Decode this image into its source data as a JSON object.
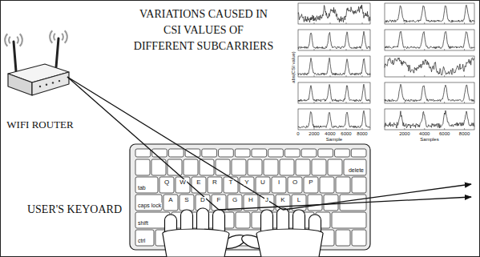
{
  "diagram": {
    "nodes": [
      {
        "text": [
          "WIFI ROUTER"
        ]
      },
      {
        "text": [
          "USER'S KEYOARD"
        ]
      }
    ],
    "labels": [
      "VARIATIONS CAUSED IN CSI VALUES OF DIFFERENT SUBCARRIERS",
      "0",
      "2000",
      "4000",
      "6000",
      "8000",
      "Sample",
      "2000",
      "4000",
      "6000",
      "8000",
      "Samples",
      "abs(CSI value)",
      "delete",
      "tab",
      "Q",
      "W",
      "E",
      "R",
      "T",
      "Y",
      "U",
      "I",
      "O",
      "P",
      "caps lock",
      "A",
      "S",
      "D",
      "F",
      "G",
      "H",
      "J",
      "K",
      "L",
      "shift",
      "ctrl"
    ]
  }
}
